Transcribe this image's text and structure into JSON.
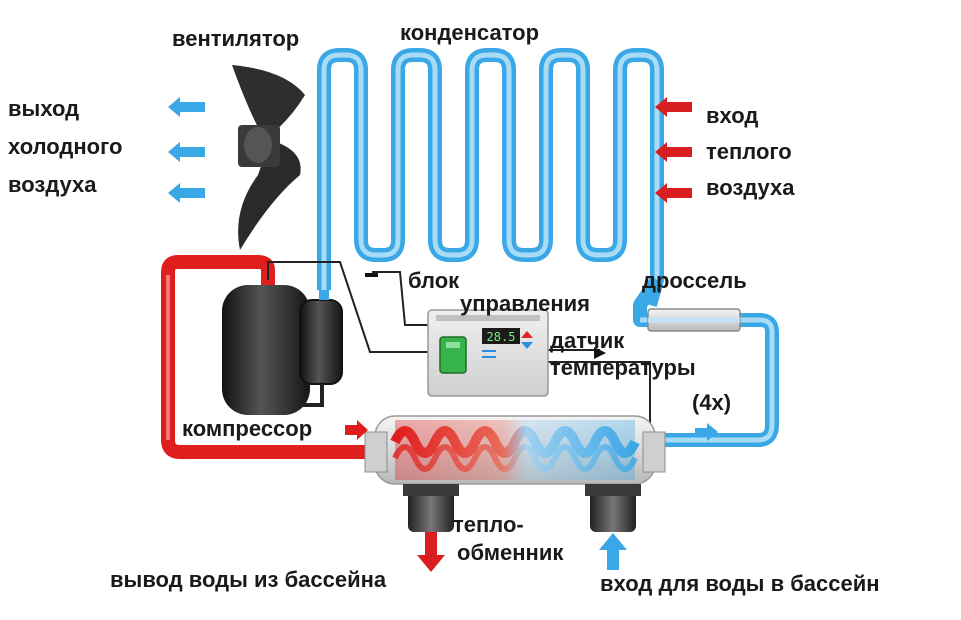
{
  "labels": {
    "fan": "вентилятор",
    "condenser": "конденсатор",
    "cold_air_out": [
      "выход",
      "холодного",
      "воздуха"
    ],
    "warm_air_in": [
      "вход",
      "теплого",
      "воздуха"
    ],
    "throttle": "дроссель",
    "control_unit": [
      "блок",
      "управления"
    ],
    "temp_sensor": [
      "датчик",
      "температуры"
    ],
    "sensor_count": "(4x)",
    "compressor": "компрессор",
    "heat_exchanger": [
      "тепло-",
      "обменник"
    ],
    "water_out": "вывод воды из бассейна",
    "water_in": "вход для воды в бассейн"
  },
  "controller": {
    "display": "28.5"
  },
  "colors": {
    "hot_pipe": "#e01e1e",
    "cold_pipe": "#3aa7e6",
    "cold_pipe_light": "#a8dcf6",
    "arrow_out": "#3aa7e6",
    "arrow_in": "#d81e1e",
    "device": "#2b2b2b"
  }
}
